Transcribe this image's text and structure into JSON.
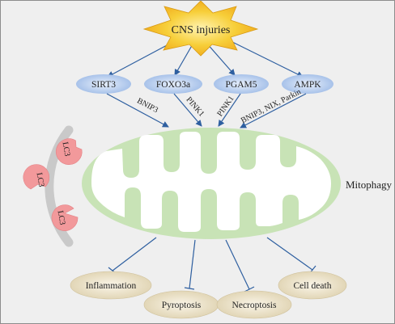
{
  "trigger": "CNS injuries",
  "regulators": [
    "SIRT3",
    "FOXO3a",
    "PGAM5",
    "AMPK"
  ],
  "pathways": [
    "BNIP3",
    "PINK1",
    "PINK1",
    "BNIP3, NIX, Parkin"
  ],
  "receptor": "LC3",
  "process": "Mitophagy",
  "outcomes": [
    "Inflammation",
    "Pyroptosis",
    "Necroptosis",
    "Cell death"
  ],
  "colors": {
    "background": "#efefef",
    "star_fill": "#f6c21a",
    "regulator_fill": "#a9c3ea",
    "arrow": "#2e5fa0",
    "mito_outer": "#c8e3b6",
    "lc3_fill": "#f2999b",
    "outcome_fill": "#e9dfc6",
    "arc": "#c9c9c9"
  }
}
